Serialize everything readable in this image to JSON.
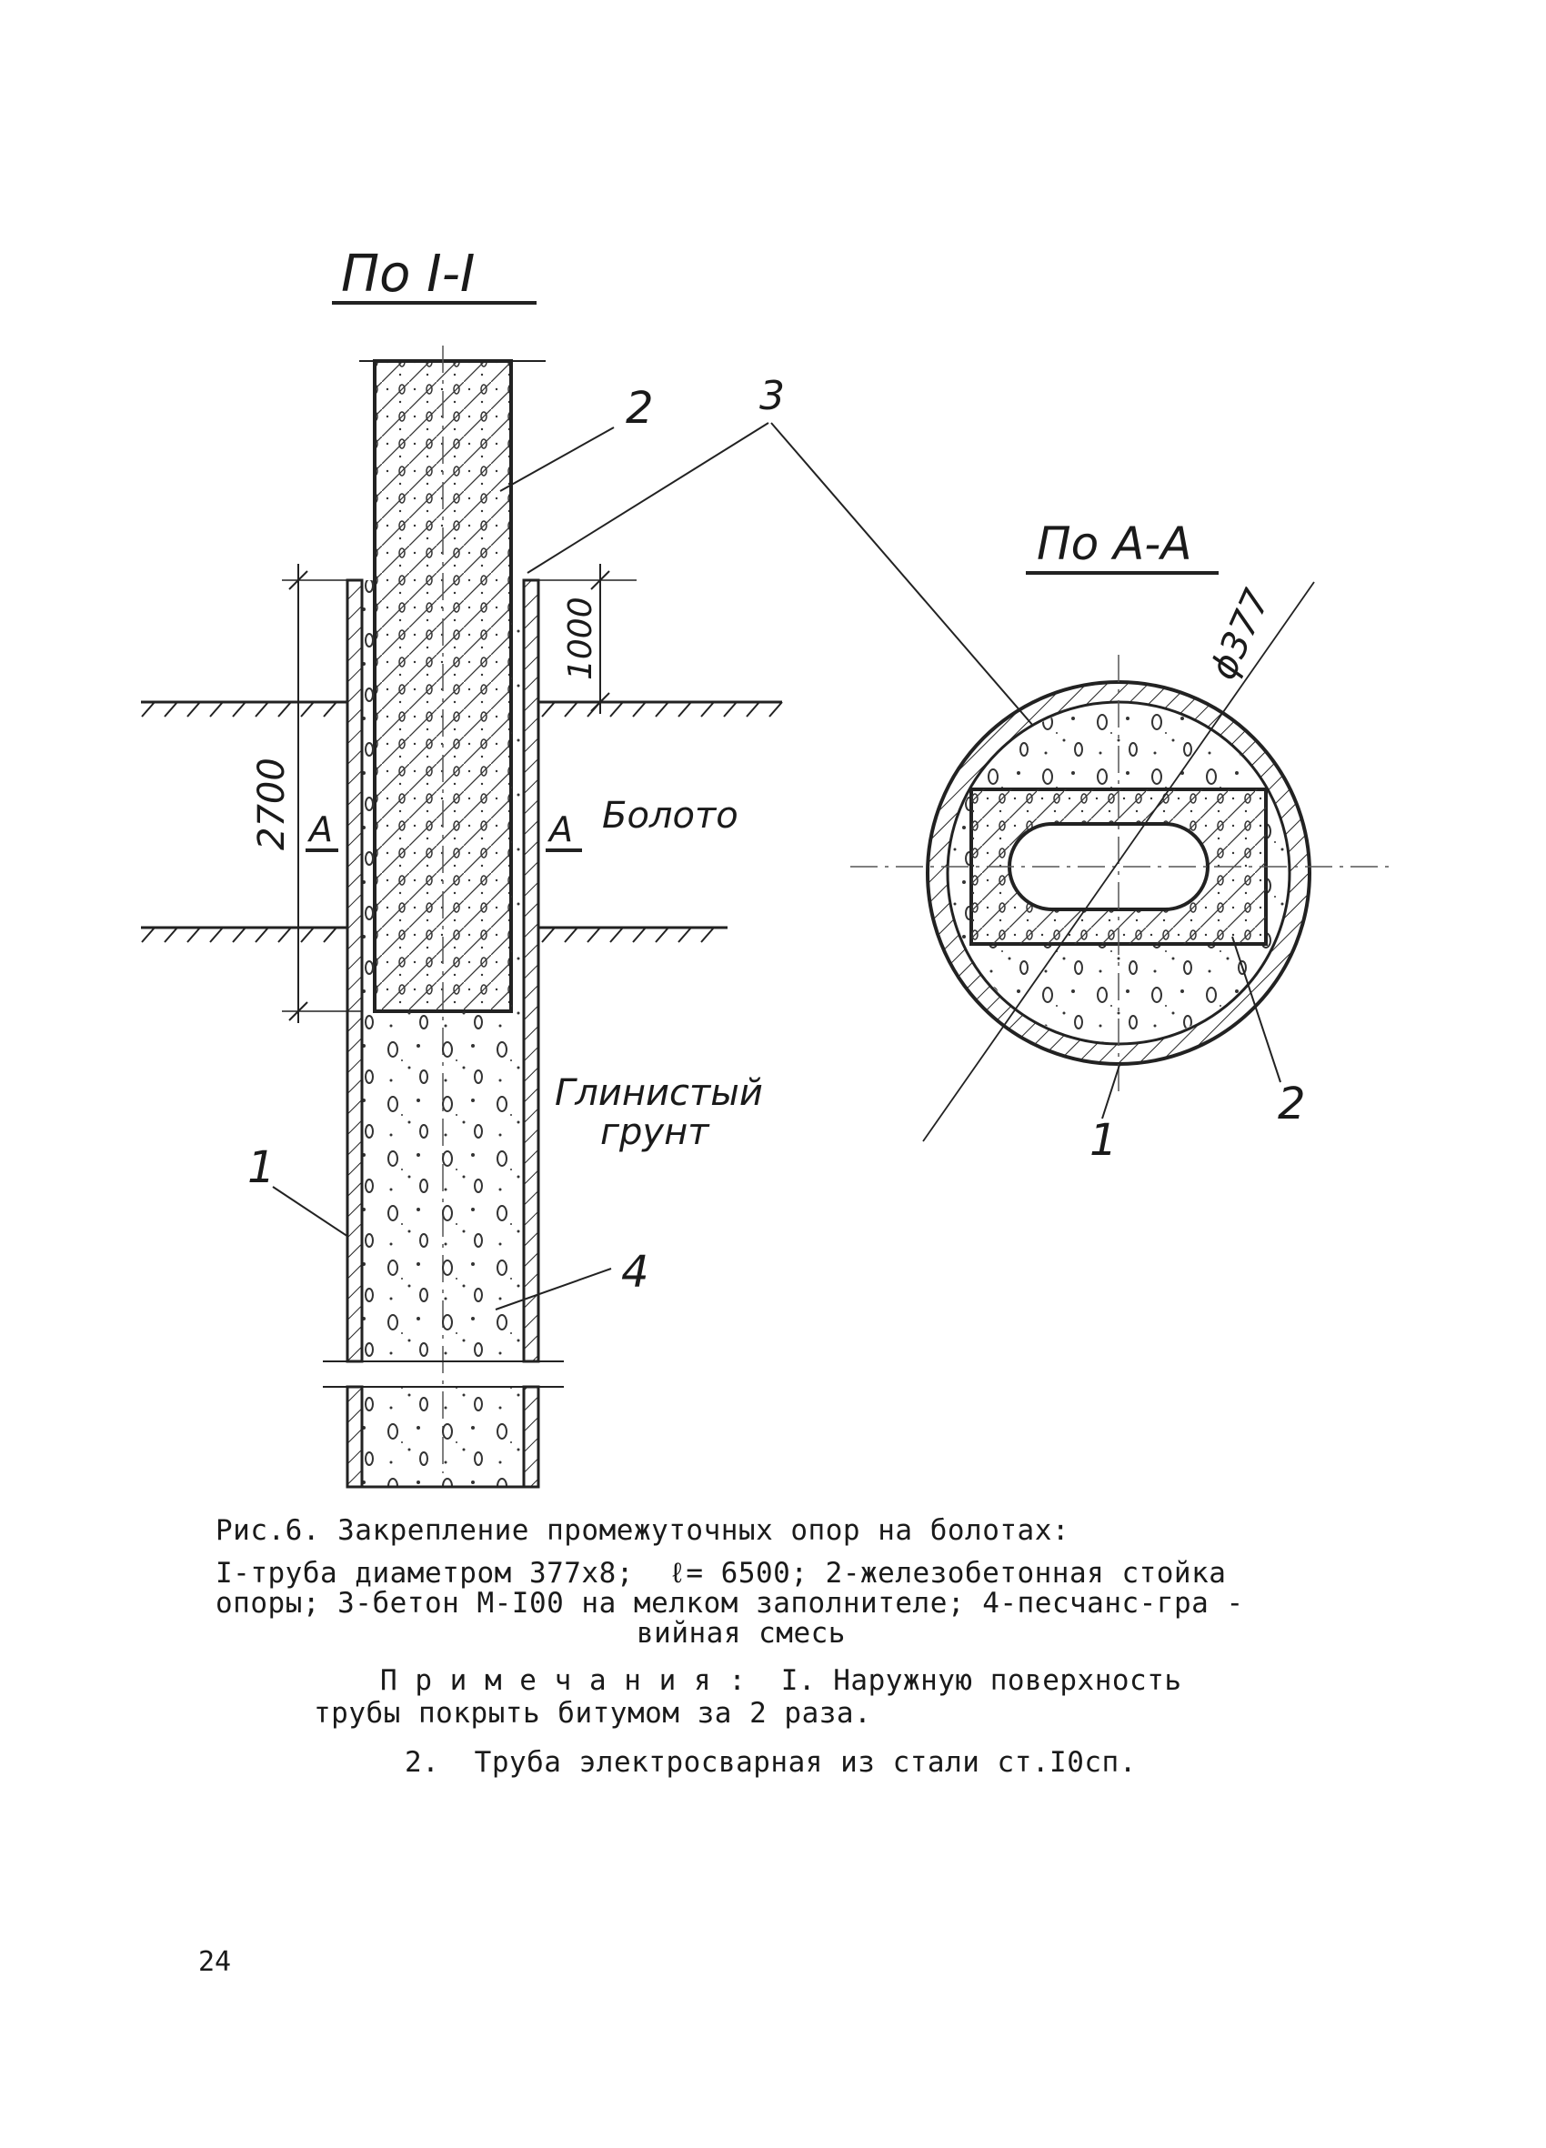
{
  "drawing": {
    "section_left_title": "По I-I",
    "section_right_title": "По А-А",
    "diameter_label": "ϕ377",
    "dim_1000": "1000",
    "dim_2700": "2700",
    "section_mark_left": "A",
    "section_mark_right": "A",
    "swamp_label": "Болото",
    "clay_label_line1": "Глинистый",
    "clay_label_line2": "грунт",
    "callout_1_left": "1",
    "callout_2_left": "2",
    "callout_3": "3",
    "callout_4": "4",
    "callout_1_right": "1",
    "callout_2_right": "2"
  },
  "caption": {
    "title": "Рис.6. Закрепление промежуточных опор на болотах:",
    "line1": "I-труба диаметром 377x8;  ℓ= 6500; 2-железобетонная стойка",
    "line2": "опоры; 3-бетон М-I00 на мелком заполнителе; 4-песчанс-гра -",
    "line3": "вийная смесь"
  },
  "notes": {
    "line1": "П р и м е ч а н и я :  I. Наружную поверхность",
    "line2": "трубы покрыть битумом за 2 раза.",
    "line3": "2.  Труба электросварная из стали ст.I0сп."
  },
  "page_number": "24"
}
